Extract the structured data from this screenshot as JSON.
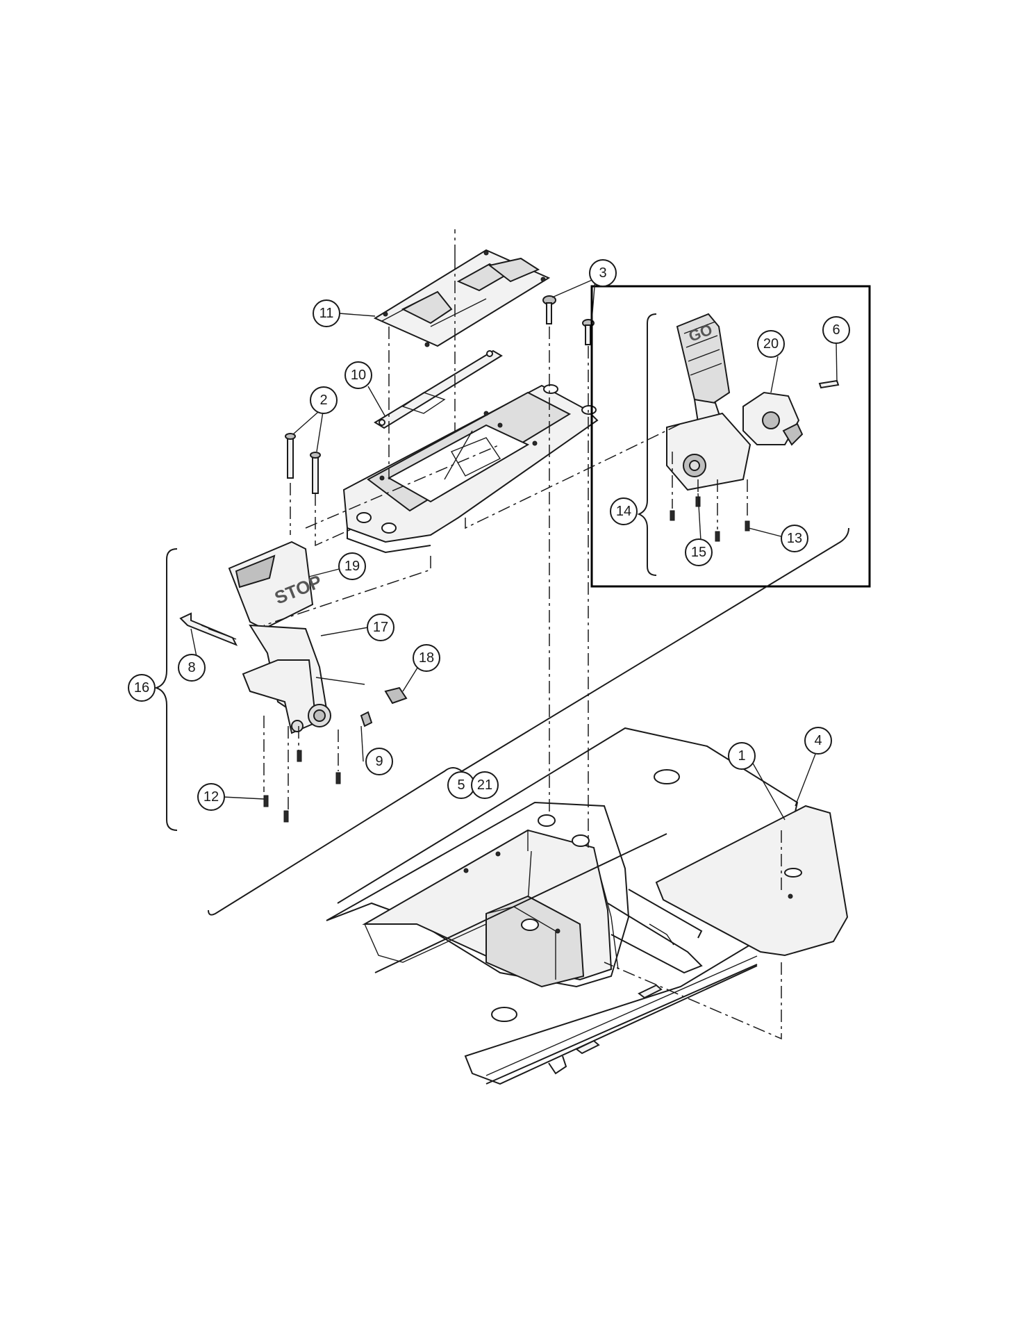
{
  "diagram": {
    "callouts": [
      {
        "id": "1",
        "label": "1"
      },
      {
        "id": "2",
        "label": "2"
      },
      {
        "id": "3",
        "label": "3"
      },
      {
        "id": "4",
        "label": "4"
      },
      {
        "id": "5",
        "label": "5"
      },
      {
        "id": "6",
        "label": "6"
      },
      {
        "id": "8",
        "label": "8"
      },
      {
        "id": "9",
        "label": "9"
      },
      {
        "id": "10",
        "label": "10"
      },
      {
        "id": "11",
        "label": "11"
      },
      {
        "id": "12",
        "label": "12"
      },
      {
        "id": "13",
        "label": "13"
      },
      {
        "id": "14",
        "label": "14"
      },
      {
        "id": "15",
        "label": "15"
      },
      {
        "id": "16",
        "label": "16"
      },
      {
        "id": "17",
        "label": "17"
      },
      {
        "id": "18",
        "label": "18"
      },
      {
        "id": "19",
        "label": "19"
      },
      {
        "id": "20",
        "label": "20"
      },
      {
        "id": "21",
        "label": "21"
      }
    ],
    "stop_pedal_text": "STOP",
    "go_pedal_text": "GO",
    "colors": {
      "line": "#1a1a1a",
      "part_fill": "#f2f2f2",
      "frame": "#000000"
    }
  }
}
